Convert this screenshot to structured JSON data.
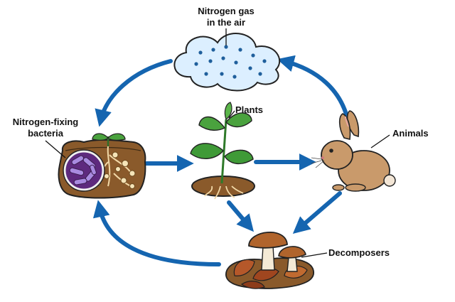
{
  "labels": {
    "nitrogen_gas_line1": "Nitrogen gas",
    "nitrogen_gas_line2": "in the air",
    "bacteria_line1": "Nitrogen-fixing",
    "bacteria_line2": "bacteria",
    "plants": "Plants",
    "animals": "Animals",
    "decomposers": "Decomposers"
  },
  "icons": {
    "cloud": "cloud-icon",
    "bacteria": "bacteria-soil-icon",
    "plant": "plant-icon",
    "rabbit": "rabbit-icon",
    "mushrooms": "mushroom-icon"
  },
  "colors": {
    "arrow": "#1565b0",
    "cloud_fill": "#dcefff",
    "soil": "#8a5a2b",
    "leaf": "#3f9a37",
    "bacteria_bg": "#5e2a7e",
    "bacteria_cell": "#a98be0",
    "rabbit": "#c99a6b",
    "mushroom_cap": "#b0642c"
  }
}
